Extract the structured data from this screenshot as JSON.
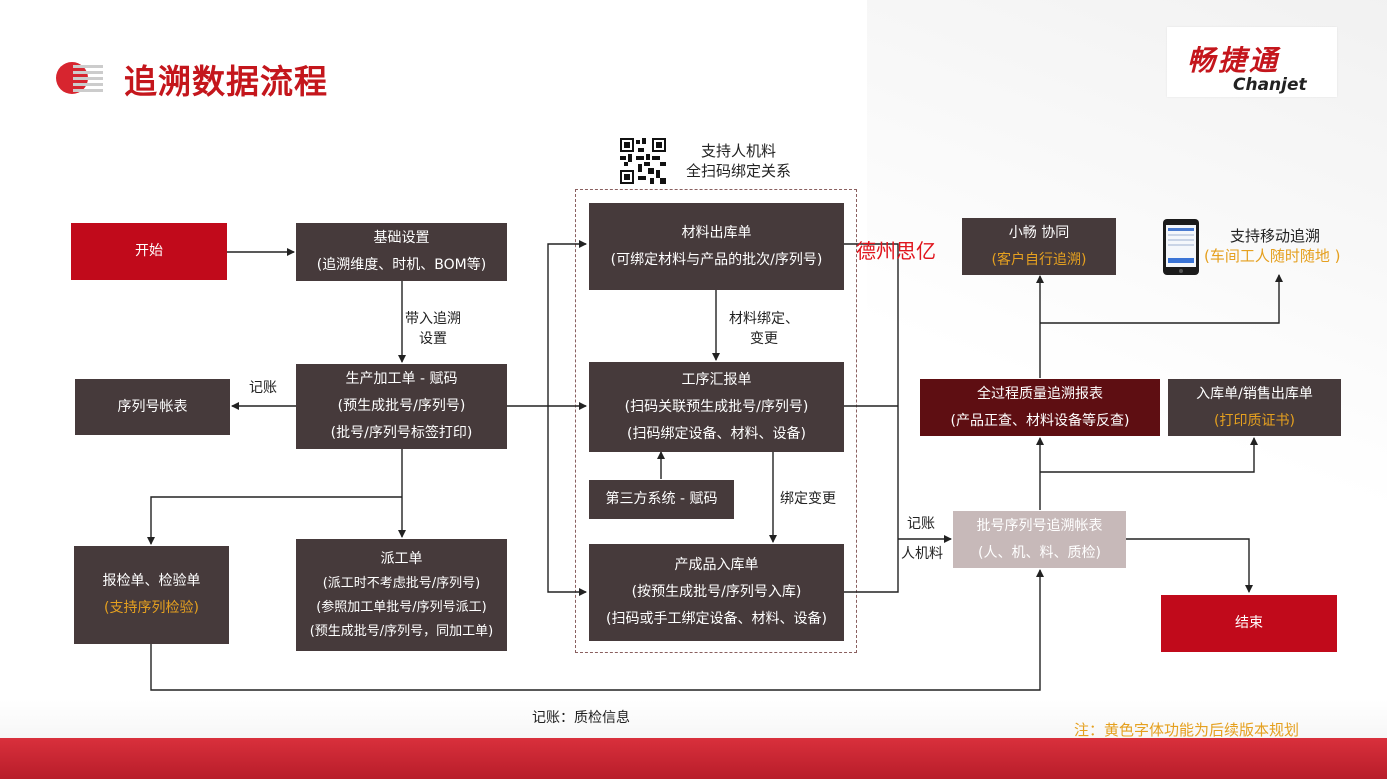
{
  "title": "追溯数据流程",
  "logo": {
    "cn": "畅捷通",
    "en": "Chanjet"
  },
  "qr_note": {
    "line1": "支持人机料",
    "line2": "全扫码绑定关系"
  },
  "watermark": "德州思亿",
  "boxes": {
    "start": {
      "line1": "开始"
    },
    "basic": {
      "line1": "基础设置",
      "line2": "(追溯维度、时机、BOM等)"
    },
    "production": {
      "line1": "生产加工单 - 赋码",
      "line2": "(预生成批号/序列号)",
      "line3": "(批号/序列号标签打印)"
    },
    "serial_ledger": {
      "line1": "序列号帐表"
    },
    "inspection": {
      "line1": "报检单、检验单",
      "line2": "(支持序列检验)"
    },
    "dispatch": {
      "line1": "派工单",
      "line2": "(派工时不考虑批号/序列号)",
      "line3": "(参照加工单批号/序列号派工)",
      "line4": "(预生成批号/序列号，同加工单)"
    },
    "material_out": {
      "line1": "材料出库单",
      "line2": "(可绑定材料与产品的批次/序列号)"
    },
    "process_report": {
      "line1": "工序汇报单",
      "line2": "(扫码关联预生成批号/序列号)",
      "line3": "(扫码绑定设备、材料、设备)"
    },
    "third_party": {
      "line1": "第三方系统 - 赋码"
    },
    "product_in": {
      "line1": "产成品入库单",
      "line2": "(按预生成批号/序列号入库)",
      "line3": "(扫码或手工绑定设备、材料、设备)"
    },
    "xiaochang": {
      "line1": "小畅 协同",
      "line2": "(客户自行追溯)"
    },
    "quality_report": {
      "line1": "全过程质量追溯报表",
      "line2": "(产品正查、材料设备等反查)"
    },
    "stock_doc": {
      "line1": "入库单/销售出库单",
      "line2": "(打印质证书)"
    },
    "batch_ledger": {
      "line1": "批号序列号追溯帐表",
      "line2": "(人、机、料、质检)"
    },
    "end": {
      "line1": "结束"
    }
  },
  "mobile": {
    "line1": "支持移动追溯",
    "line2": "(车间工人随时随地 )"
  },
  "labels": {
    "bring_in": {
      "line1": "带入追溯",
      "line2": "设置"
    },
    "record1": "记账",
    "bind_change1": {
      "line1": "材料绑定、",
      "line2": "变更"
    },
    "bind_change2": "绑定变更",
    "record2": "记账",
    "man_machine": "人机料",
    "record_quality": "记账：质检信息"
  },
  "note": "注：黄色字体功能为后续版本规划",
  "colors": {
    "brand_red": "#c10a1b",
    "box_dark": "#463a3b",
    "future_yellow": "#e5a01f"
  }
}
